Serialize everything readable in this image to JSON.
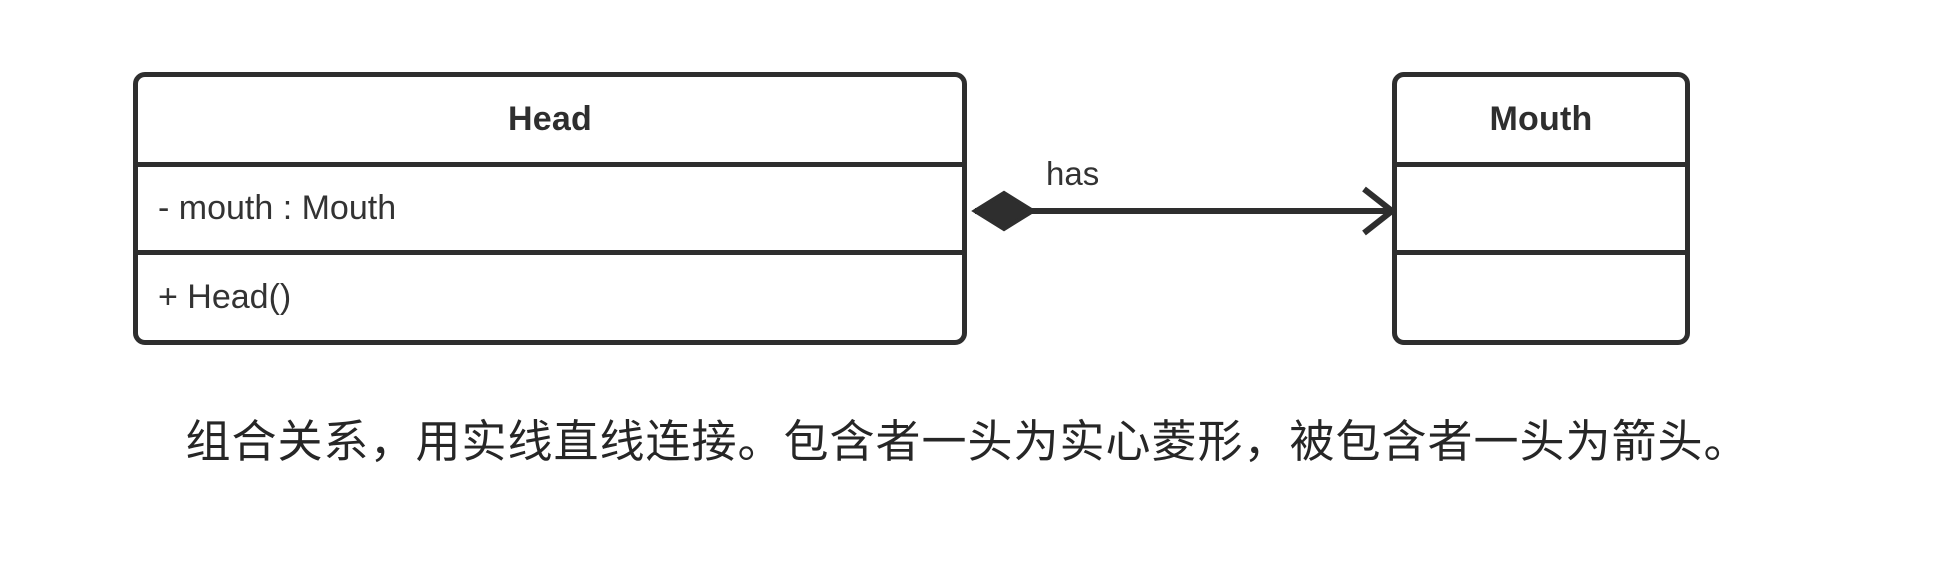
{
  "diagram": {
    "type": "uml-class-diagram",
    "relationship": "composition",
    "classes": [
      {
        "name": "Head",
        "attributes": [
          "- mouth : Mouth"
        ],
        "methods": [
          "+ Head()"
        ]
      },
      {
        "name": "Mouth",
        "attributes": [],
        "methods": []
      }
    ],
    "edge": {
      "label": "has",
      "source": "Head",
      "target": "Mouth",
      "source_decoration": "filled-diamond",
      "target_decoration": "open-arrowhead",
      "line_style": "solid"
    }
  },
  "head_class": {
    "title": "Head",
    "attribute_1": "- mouth : Mouth",
    "method_1": "+ Head()"
  },
  "mouth_class": {
    "title": "Mouth",
    "attribute_1": "",
    "method_1": ""
  },
  "edge": {
    "label": "has"
  },
  "caption": {
    "text": "组合关系，用实线直线连接。包含者一头为实心菱形，被包含者一头为箭头。"
  },
  "colors": {
    "stroke": "#2e2e2e",
    "text": "#333333",
    "background": "#ffffff"
  }
}
